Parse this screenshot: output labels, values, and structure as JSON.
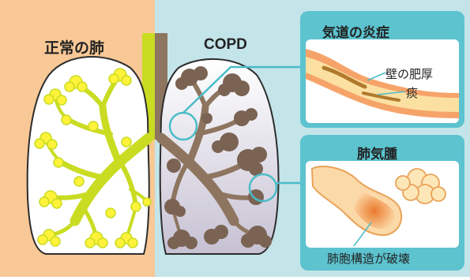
{
  "figure": {
    "left_label": "正常の肺",
    "right_label": "COPD",
    "panel_airway": {
      "title": "気道の炎症",
      "labels": {
        "wall": "壁の肥厚",
        "phlegm": "痰"
      }
    },
    "panel_emphysema": {
      "title": "肺気腫",
      "labels": {
        "alveoli": "肺胞構造が破壊"
      }
    }
  },
  "colors": {
    "left_bg": "#f8c896",
    "right_bg": "#c3e4e8",
    "accent_teal": "#4bbcc8",
    "healthy_airway": "#c9dc22",
    "healthy_alveoli": "#fff23a",
    "copd_airway": "#8e7560",
    "copd_alveoli": "#7a6353",
    "lung_fill_copd": "#c7c2d2",
    "panel_border": "#5cc3cf",
    "airway_wall": "#f29a6a",
    "phlegm": "#b07a2e",
    "destroyed_alveoli": "#f2a55a"
  }
}
